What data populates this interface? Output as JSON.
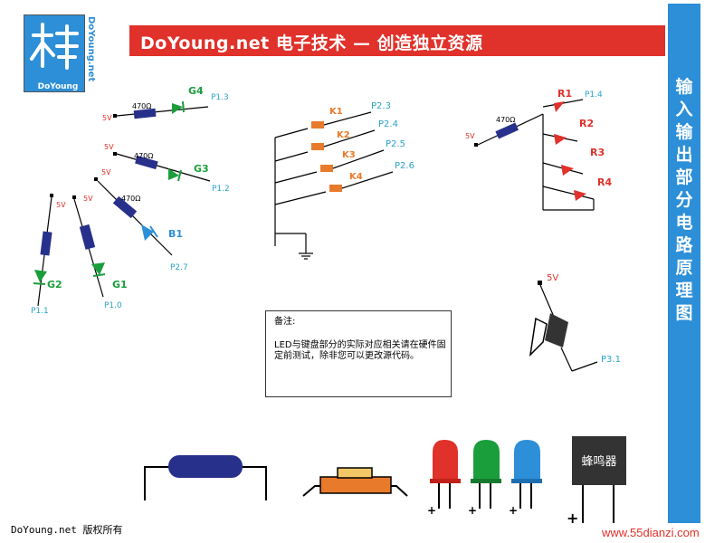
{
  "banner": {
    "title": "DoYoung.net 电子技术 — 创造独立资源"
  },
  "logo": {
    "text": "DoYoung",
    "vertical": "DoYoung.net"
  },
  "sidebar": {
    "title": "输入输出部分电路原理图"
  },
  "labels": {
    "v5": "5V",
    "r470": "470Ω",
    "p13": "P1.3",
    "p12": "P1.2",
    "p27": "P2.7",
    "p11": "P1.1",
    "p10": "P1.0",
    "p14": "P1.4",
    "p23": "P2.3",
    "p24": "P2.4",
    "p25": "P2.5",
    "p26": "P2.6",
    "p31": "P3.1",
    "g4": "G4",
    "g3": "G3",
    "b1": "B1",
    "g2": "G2",
    "g1": "G1",
    "k1": "K1",
    "k2": "K2",
    "k3": "K3",
    "k4": "K4",
    "r1": "R1",
    "r2": "R2",
    "r3": "R3",
    "r4": "R4"
  },
  "note": {
    "title": "备注:",
    "body": "LED与键盘部分的实际对应相关请在硬件固定前测试，除非您可以更改源代码。"
  },
  "components": {
    "buzzer": "蜂鸣器",
    "plus": "+"
  },
  "footer": {
    "copyright": "DoYoung.net 版权所有",
    "site": "www.55dianzi.com"
  },
  "colors": {
    "red": "#e0312a",
    "green": "#1a9e3c",
    "blue": "#2c8fd8",
    "resistor": "#27308a",
    "cyan": "#2aa3c8"
  }
}
